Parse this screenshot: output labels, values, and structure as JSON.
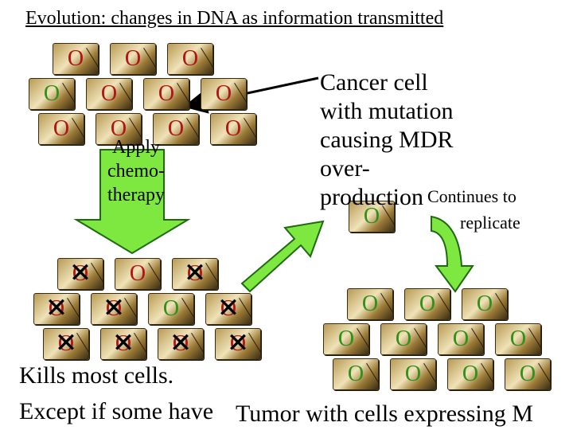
{
  "title": "Evolution: changes in DNA as information transmitted",
  "cell_symbol": "O",
  "kill_symbol": "✕",
  "colors": {
    "normal": "#b01414",
    "resistant": "#30901a",
    "arrow_green": "#7ee840",
    "arrow_green_dark": "#1f6a10",
    "killed": "#b01414"
  },
  "groups": {
    "top": [
      {
        "c": "normal"
      },
      {
        "c": "normal"
      },
      {
        "c": "normal"
      },
      {
        "c": "resistant"
      },
      {
        "c": "normal"
      },
      {
        "c": "normal"
      },
      {
        "c": "normal"
      },
      {
        "c": "normal"
      },
      {
        "c": "normal"
      },
      {
        "c": "normal"
      },
      {
        "c": "normal"
      }
    ],
    "bottom_left": [
      {
        "c": "normal",
        "k": true
      },
      {
        "c": "normal",
        "k": false
      },
      {
        "c": "normal",
        "k": true
      },
      {
        "c": "normal",
        "k": true
      },
      {
        "c": "normal",
        "k": true
      },
      {
        "c": "resistant",
        "k": false
      },
      {
        "c": "normal",
        "k": true
      },
      {
        "c": "normal",
        "k": true
      },
      {
        "c": "normal",
        "k": true
      },
      {
        "c": "normal",
        "k": true
      },
      {
        "c": "normal",
        "k": true
      }
    ],
    "bottom_right": [
      {
        "c": "resistant"
      },
      {
        "c": "resistant"
      },
      {
        "c": "resistant"
      },
      {
        "c": "resistant"
      },
      {
        "c": "resistant"
      },
      {
        "c": "resistant"
      },
      {
        "c": "resistant"
      },
      {
        "c": "resistant"
      },
      {
        "c": "resistant"
      },
      {
        "c": "resistant"
      },
      {
        "c": "resistant"
      }
    ],
    "single": [
      {
        "c": "resistant"
      }
    ]
  },
  "labels": {
    "apply": "Apply chemo-therapy",
    "cancer_line1": "Cancer cell",
    "cancer_line2": "with mutation",
    "cancer_line3": "causing MDR",
    "cancer_line4": "over-",
    "cancer_line5": "production",
    "continues_line1": "Continues to",
    "continues_line2": "replicate",
    "kills": "Kills most cells.",
    "except": "Except if some have",
    "tumor": "Tumor with cells expressing M"
  }
}
